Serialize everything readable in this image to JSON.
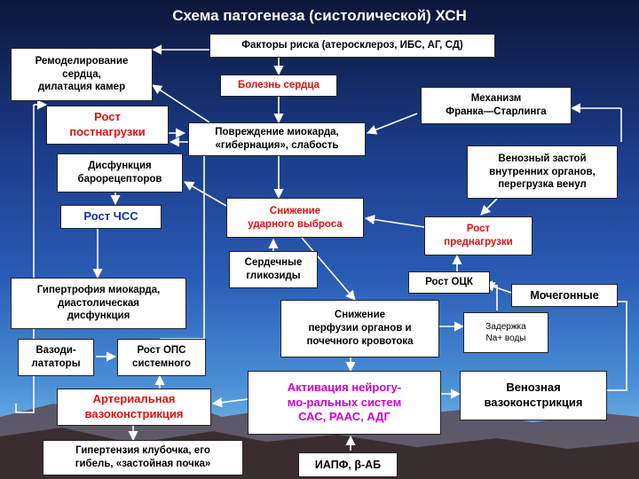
{
  "title": "Схема патогенеза (систолической) ХСН",
  "boxes": {
    "risk_factors": "Факторы риска (атеросклероз, ИБС, АГ, СД)",
    "remodeling": "Ремоделирование\nсердца,\nдилатация камер",
    "heart_disease": "Болезнь сердца",
    "frank_starling": "Механизм\nФранка—Старлинга",
    "afterload": "Рост\nпостнагрузки",
    "myocardial_damage": "Повреждение миокарда,\n«гибернация», слабость",
    "venous_congestion": "Венозный застой\nвнутренних органов,\nперегрузка венул",
    "baroreceptor": "Дисфункция\nбарорецепторов",
    "hr_increase": "Рост ЧСС",
    "stroke_volume": "Снижение\nударного выброса",
    "preload": "Рост\nпреднагрузки",
    "glycosides": "Сердечные\nгликозиды",
    "bcv_increase": "Рост ОЦК",
    "hypertrophy": "Гипертрофия миокарда,\nдиастолическая\nдисфункция",
    "diuretics": "Мочегонные",
    "perfusion": "Снижение\nперфузии органов и\nпочечного кровотока",
    "sodium_retention": "Задержка\nNa+ воды",
    "vasodilators": "Вазоди-\nлататоры",
    "tpr_increase": "Рост ОПС\nсистемного",
    "arterial_vasoconstriction": "Артериальная\nвазоконстрикция",
    "neurohumoral": "Активация нейрогу-\nмо-ральных систем\nСАС, РААС, АДГ",
    "venous_vasoconstriction": "Венозная\nвазоконстрикция",
    "glomerular_hypertension": "Гипертензия клубочка, его\nгибель, «застойная почка»",
    "acei": "ИАПФ, β-АБ"
  },
  "colors": {
    "arrow": "#ffffff",
    "accent_red": "#e01010",
    "accent_blue": "#1030a0",
    "accent_magenta": "#d000d0"
  }
}
